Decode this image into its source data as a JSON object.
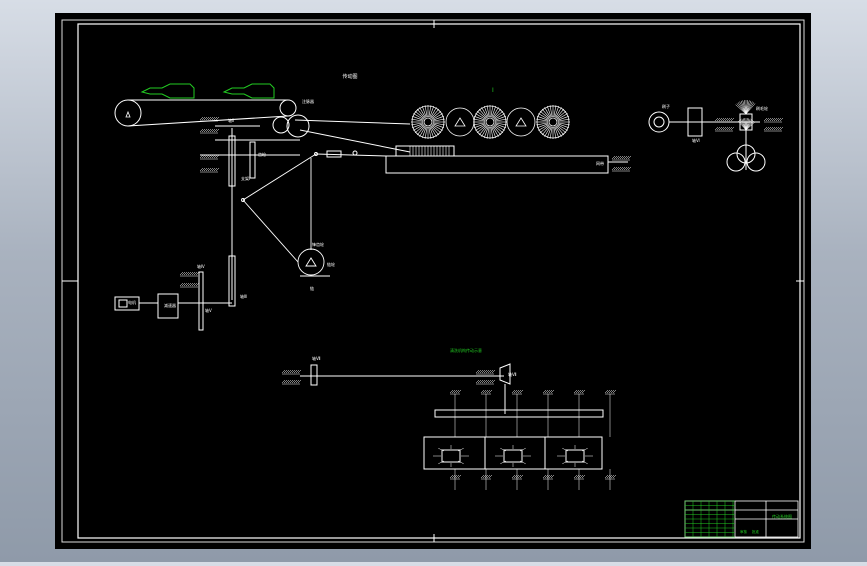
{
  "viewer": {
    "background_gradient": [
      "#d7dde6",
      "#8f9aa9"
    ],
    "sheet_color": "#000000",
    "line_color": "#ffffff",
    "accent_color": "#22cc22"
  },
  "drawing": {
    "top_caption": "传动图",
    "roman_one": "I",
    "labels": {
      "label_a": "注脉器",
      "label_b": "支架Ⅰ",
      "label_c": "齿轮",
      "label_d": "轴Ⅱ",
      "label_e": "轴Ⅲ",
      "label_f": "电机",
      "label_g": "减速器",
      "label_h": "轴Ⅳ",
      "label_i": "轴Ⅴ",
      "label_j": "网带",
      "label_k": "刷子",
      "label_l": "刷毛轮",
      "label_m": "轴Ⅵ",
      "label_n": "清洗机构传动示意",
      "label_o": "轴Ⅶ",
      "label_p": "锋齿轮",
      "label_q": "链轮",
      "label_r": "链"
    },
    "title_block": {
      "drawing_name": "传动系统图",
      "footer_left": "审核",
      "footer_right": "批准"
    }
  }
}
